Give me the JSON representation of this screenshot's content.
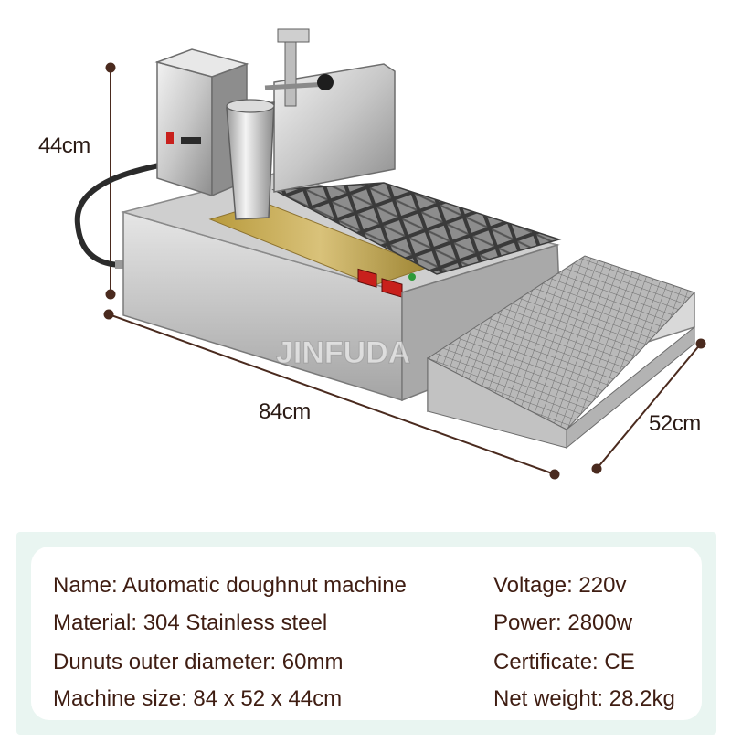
{
  "dimensions": {
    "height": "44cm",
    "length": "84cm",
    "width": "52cm"
  },
  "watermark": "JINFUDA",
  "specs": {
    "left": [
      "Name: Automatic doughnut machine",
      "Material: 304 Stainless steel",
      "Dunuts outer diameter: 60mm",
      "Machine size: 84 x 52 x 44cm"
    ],
    "right": [
      "Voltage: 220v",
      "Power: 2800w",
      "Certificate: CE",
      "Net weight: 28.2kg"
    ]
  },
  "colors": {
    "text": "#3f1d12",
    "dimension_line": "#4a2a1e",
    "panel_background": "#e9f5f1",
    "card_background": "#ffffff"
  }
}
